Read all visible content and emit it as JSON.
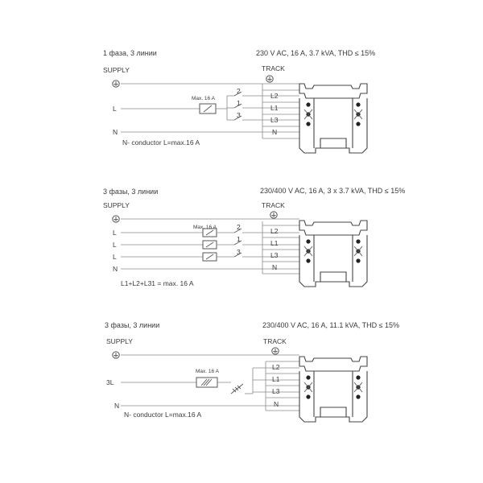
{
  "panels": [
    {
      "id": "p1",
      "phase_title": "1 фаза, 3 линии",
      "spec": "230 V AC, 16 A, 3.7 kVA, THD ≤ 15%",
      "supply_label": "SUPPLY",
      "track_label": "TRACK",
      "inputs": [
        "L",
        "N"
      ],
      "breaker_label": "Max. 16 A",
      "switch_numbers": [
        "2",
        "1",
        "3"
      ],
      "rails": [
        "L2",
        "L1",
        "L3",
        "N"
      ],
      "note": "N- conductor  L=max.16 A"
    },
    {
      "id": "p2",
      "phase_title": "3 фазы, 3 линии",
      "spec": "230/400 V AC, 16 A, 3 x 3.7 kVA, THD ≤ 15%",
      "supply_label": "SUPPLY",
      "track_label": "TRACK",
      "inputs": [
        "L",
        "L",
        "L",
        "N"
      ],
      "breaker_label": "Max. 16 A",
      "switch_numbers": [
        "2",
        "1",
        "3"
      ],
      "rails": [
        "L2",
        "L1",
        "L3",
        "N"
      ],
      "note": "L1+L2+L31 = max. 16 A"
    },
    {
      "id": "p3",
      "phase_title": "3 фазы, 3 линии",
      "spec": "230/400 V AC, 16 A, 11.1 kVA, THD ≤ 15%",
      "supply_label": "SUPPLY",
      "track_label": "TRACK",
      "inputs": [
        "3L",
        "N"
      ],
      "breaker_label": "Max. 16 A",
      "switch_numbers": [],
      "rails": [
        "L2",
        "L1",
        "L3",
        "N"
      ],
      "note": "N- conductor  L=max.16 A"
    }
  ],
  "icons": [
    "ground-icon",
    "breaker-icon",
    "switch-icon",
    "track-profile-icon"
  ]
}
